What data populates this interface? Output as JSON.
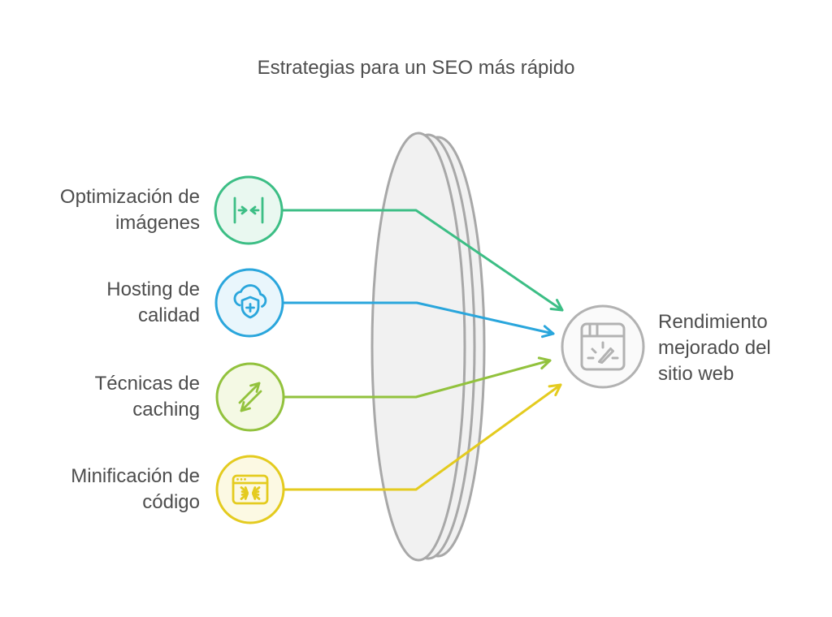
{
  "title": "Estrategias para un SEO más rápido",
  "colors": {
    "text": "#4d4d4d",
    "background": "#ffffff",
    "lens_stroke": "#a8a8a8",
    "lens_fill": "#f1f1f1"
  },
  "items": [
    {
      "lines": [
        "Optimización de",
        "imágenes"
      ],
      "icon": "compress-horizontal-icon",
      "color": "#3cbe85",
      "fill": "#e9f8f0"
    },
    {
      "lines": [
        "Hosting de",
        "calidad"
      ],
      "icon": "cloud-shield-plus-icon",
      "color": "#2aa6dc",
      "fill": "#e9f6fc"
    },
    {
      "lines": [
        "Técnicas de",
        "caching"
      ],
      "icon": "transfer-arrows-icon",
      "color": "#92c23d",
      "fill": "#f4f9e4"
    },
    {
      "lines": [
        "Minificación de",
        "código"
      ],
      "icon": "browser-minify-icon",
      "color": "#e4cb1f",
      "fill": "#fcf9e3"
    }
  ],
  "result": {
    "lines": [
      "Rendimiento",
      "mejorado del",
      "sitio web"
    ],
    "icon": "browser-speedometer-icon",
    "color": "#b2b2b2",
    "fill": "#fafafa"
  }
}
